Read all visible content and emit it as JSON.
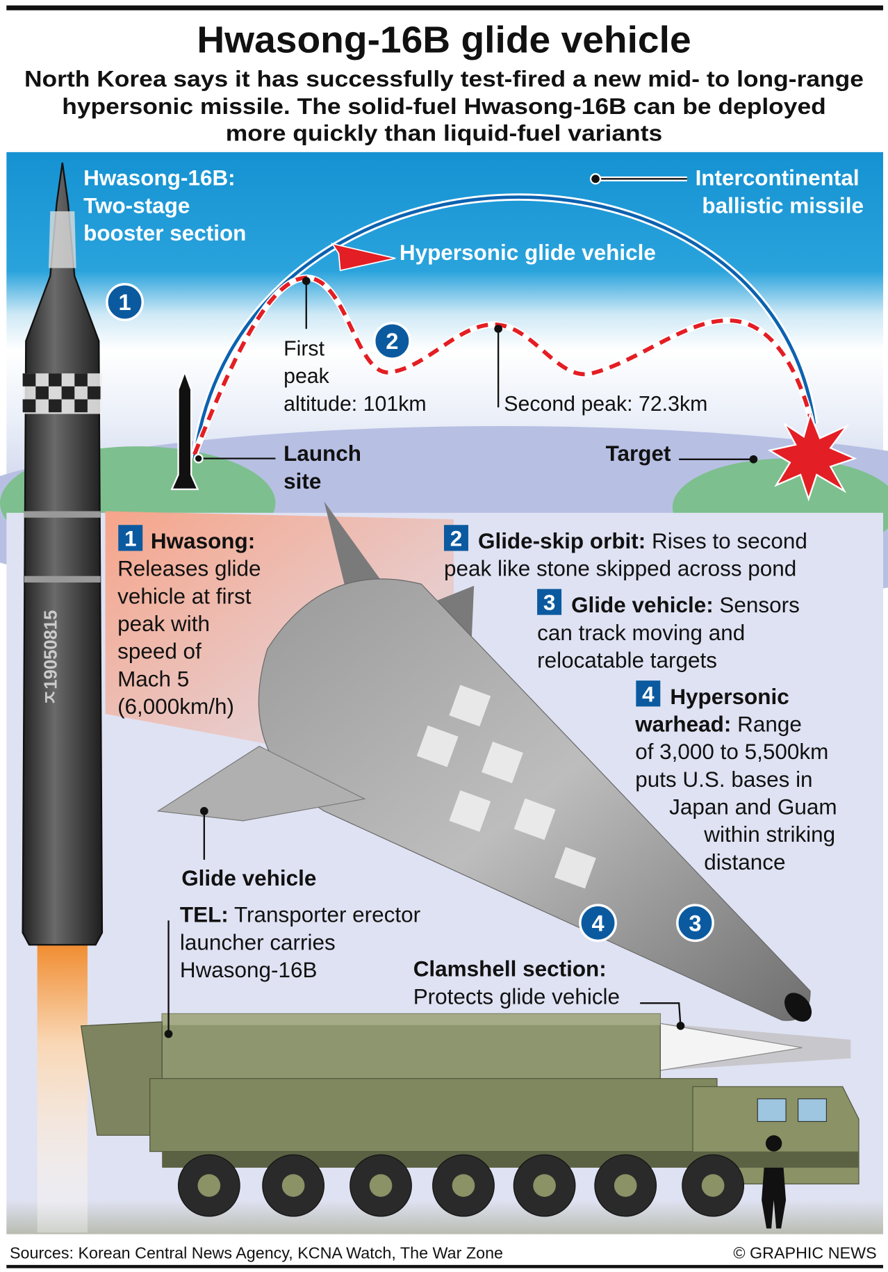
{
  "header": {
    "title": "Hwasong-16B glide vehicle",
    "subtitle_lines": [
      "North Korea says it has successfully test-fired a new mid- to long-range",
      "hypersonic missile. The solid-fuel Hwasong-16B can be deployed",
      "more quickly than liquid-fuel variants"
    ]
  },
  "trajectory": {
    "booster_label": [
      "Hwasong-16B:",
      "Two-stage",
      "booster section"
    ],
    "icbm_label": [
      "Intercontinental",
      "ballistic missile"
    ],
    "hgv_label": "Hypersonic glide vehicle",
    "first_peak_label": [
      "First",
      "peak",
      "altitude: 101km"
    ],
    "second_peak_label": "Second peak: 72.3km",
    "launch_label": [
      "Launch",
      "site"
    ],
    "target_label": "Target",
    "markers": [
      "1",
      "2",
      "3",
      "4"
    ]
  },
  "missile_marking": "ㅈ19050815",
  "notes": [
    {
      "num": "1",
      "title": "Hwasong:",
      "lines": [
        "Releases glide",
        "vehicle at first",
        "peak with",
        "speed of",
        "Mach 5",
        "(6,000km/h)"
      ]
    },
    {
      "num": "2",
      "title": "Glide-skip orbit:",
      "rest": " Rises to second",
      "lines": [
        "peak like stone skipped across pond"
      ]
    },
    {
      "num": "3",
      "title": "Glide vehicle:",
      "rest": " Sensors",
      "lines": [
        "can track moving and",
        "relocatable targets"
      ]
    },
    {
      "num": "4",
      "title": "Hypersonic",
      "title2": "warhead:",
      "rest": " Range",
      "lines": [
        "of 3,000 to 5,500km",
        "puts U.S. bases in",
        "Japan and Guam",
        "within striking",
        "distance"
      ]
    }
  ],
  "callouts": {
    "glide_vehicle": "Glide vehicle",
    "tel_title": "TEL:",
    "tel_rest": " Transporter erector",
    "tel_lines": [
      "launcher carries",
      "Hwasong-16B"
    ],
    "clamshell_title": "Clamshell section:",
    "clamshell_line": "Protects glide vehicle"
  },
  "footer": {
    "sources": "Sources: Korean Central News Agency, KCNA Watch, The War Zone",
    "credit": "© GRAPHIC NEWS"
  },
  "colors": {
    "sky": "#1a9ad7",
    "marker": "#0b5aa0",
    "red": "#e31e24",
    "ground": "#7dbf8e",
    "panel": "#dfe2f2"
  }
}
